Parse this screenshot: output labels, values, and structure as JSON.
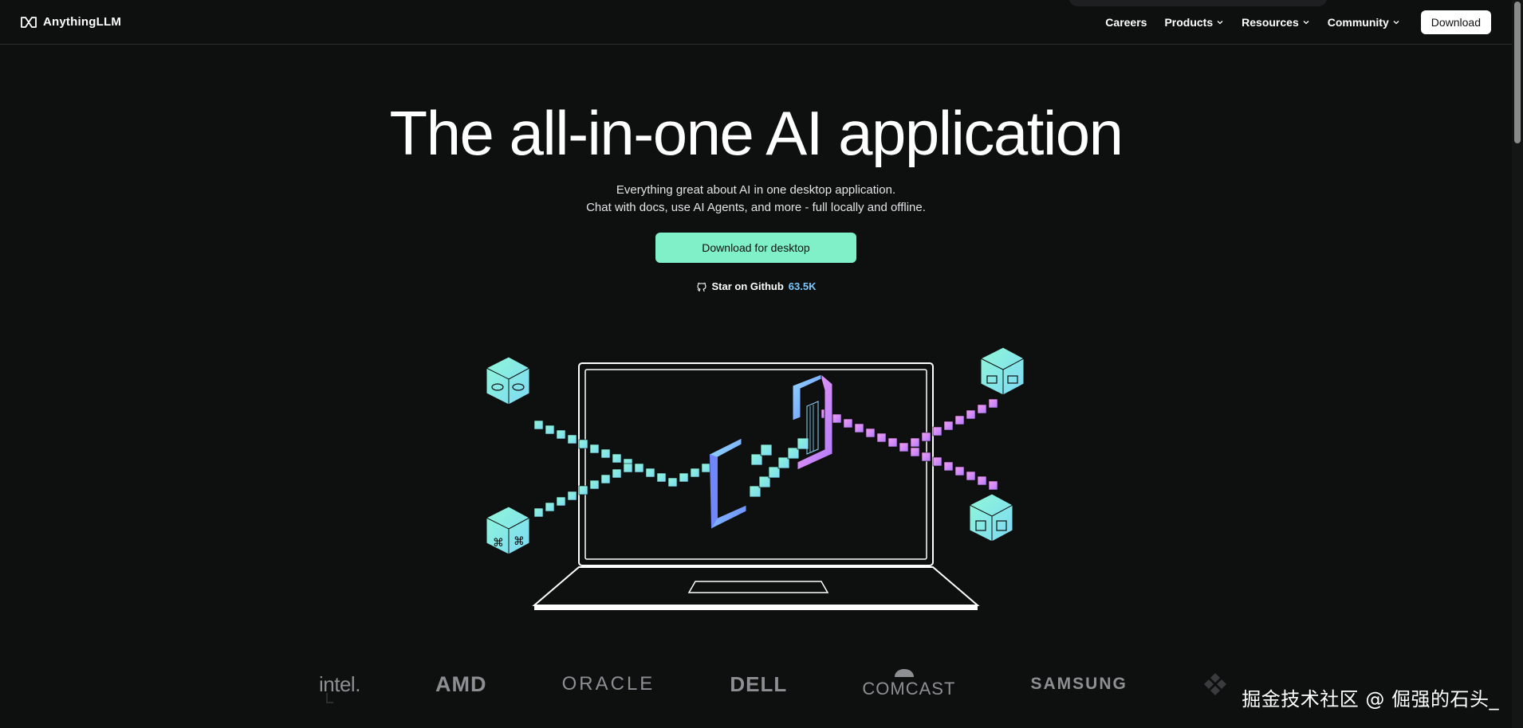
{
  "header": {
    "brand": "AnythingLLM",
    "nav": [
      "Careers",
      "Products",
      "Resources",
      "Community"
    ],
    "download_label": "Download"
  },
  "hero": {
    "title": "The all-in-one AI application",
    "subtitle_line1": "Everything great about AI in one desktop application.",
    "subtitle_line2": "Chat with docs, use AI Agents, and more - full locally and offline.",
    "cta_label": "Download for desktop",
    "star_label": "Star on Github",
    "star_count": "63.5K"
  },
  "logos": [
    "intel.",
    "AMD",
    "ORACLE",
    "DELL",
    "COMCAST",
    "SAMSUNG"
  ],
  "watermark": "掘金技术社区 @ 倔强的石头_",
  "colors": {
    "background": "#0e0f0f",
    "cta": "#7ff0c8",
    "accent_blue": "#7cc9ff",
    "accent_pink": "#f178e6"
  }
}
